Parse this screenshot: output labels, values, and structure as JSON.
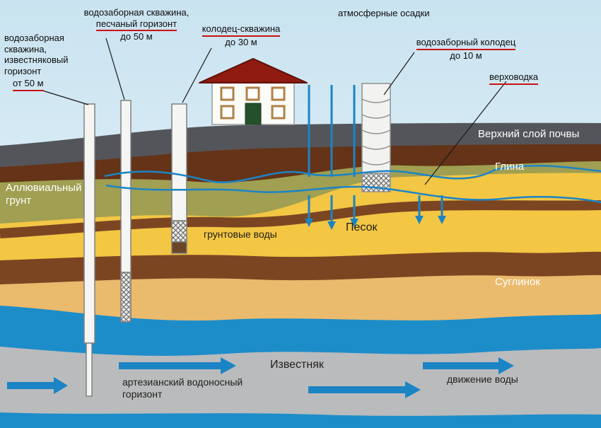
{
  "callouts": {
    "well_limestone": {
      "name": "водозаборная скважина,",
      "horizon": "известняковый горизонт",
      "depth": "от 50 м"
    },
    "well_sand": {
      "name": "водозаборная скважина,",
      "horizon": "песчаный горизонт",
      "depth": "до 50 м"
    },
    "well_borehole": {
      "name": "колодец-скважина",
      "depth": "до 30 м"
    },
    "precipitation": "атмосферные осадки",
    "intake_well": {
      "name": "водозаборный колодец",
      "depth": "до 10 м"
    },
    "perched_water": "верховодка"
  },
  "layer_labels": {
    "topsoil": "Верхний слой почвы",
    "clay": "Глина",
    "alluvial_line1": "Аллювиальный",
    "alluvial_line2": "грунт",
    "groundwater": "грунтовые воды",
    "sand": "Песок",
    "loam": "Суглинок",
    "limestone": "Известняк",
    "artesian_line1": "артезианский водоносный",
    "artesian_line2": "горизонт",
    "water_movement": "движение воды"
  },
  "colors": {
    "sky_top": "#c9e3f0",
    "sky_bottom": "#ecf7fc",
    "topsoil": "#54555a",
    "clay_brown": "#653317",
    "alluvial_olive": "#a09f52",
    "sand_yellow": "#f3c644",
    "brown_band": "#7c4522",
    "loam_tan": "#eaba6d",
    "water_blue": "#1d8dc9",
    "limestone_gray": "#babbbd",
    "arrow_blue": "#1b84c4",
    "roof_red": "#8f1b10",
    "door_green": "#24512b",
    "underline_red": "#cc1111"
  }
}
